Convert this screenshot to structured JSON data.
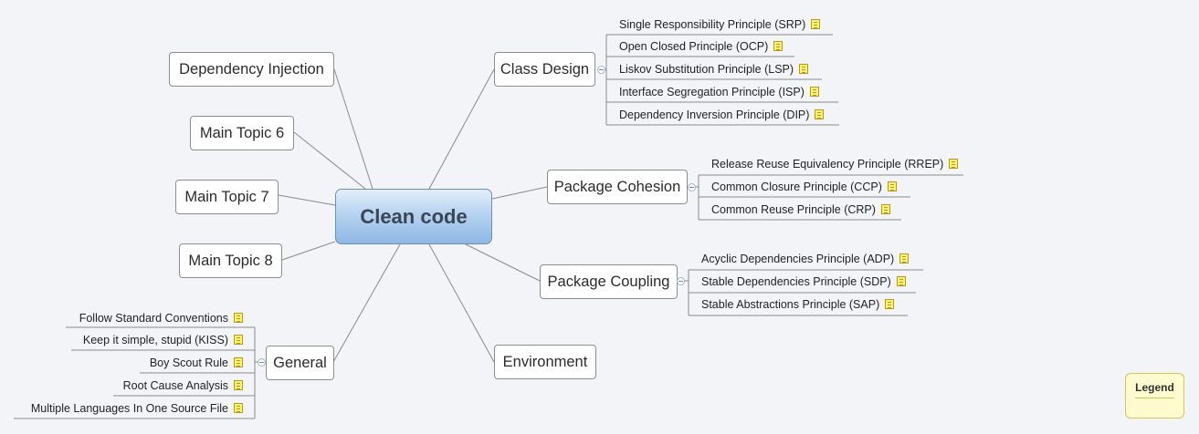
{
  "central": {
    "label": "Clean code"
  },
  "topics": {
    "dependency_injection": "Dependency Injection",
    "main_topic_6": "Main Topic 6",
    "main_topic_7": "Main Topic 7",
    "main_topic_8": "Main Topic 8",
    "general": "General",
    "class_design": "Class Design",
    "package_cohesion": "Package Cohesion",
    "package_coupling": "Package Coupling",
    "environment": "Environment"
  },
  "class_design_items": [
    "Single Responsibility Principle (SRP)",
    "Open Closed Principle (OCP)",
    "Liskov Substitution Principle (LSP)",
    "Interface Segregation Principle (ISP)",
    "Dependency Inversion Principle (DIP)"
  ],
  "package_cohesion_items": [
    "Release Reuse Equivalency Principle (RREP)",
    "Common Closure Principle (CCP)",
    "Common Reuse Principle (CRP)"
  ],
  "package_coupling_items": [
    "Acyclic Dependencies Principle (ADP)",
    "Stable Dependencies Principle (SDP)",
    "Stable Abstractions Principle (SAP)"
  ],
  "general_items": [
    "Follow Standard Conventions",
    "Keep it simple, stupid (KISS)",
    "Boy Scout Rule",
    "Root Cause Analysis",
    "Multiple Languages In One Source File"
  ],
  "legend": {
    "label": "Legend"
  },
  "icons": {
    "note": "note-icon",
    "collapse": "collapse-icon"
  },
  "colors": {
    "central_fill": "#a9cbef",
    "central_border": "#6f8eb3",
    "line": "#8a8a8a",
    "note": "#fff36b"
  }
}
